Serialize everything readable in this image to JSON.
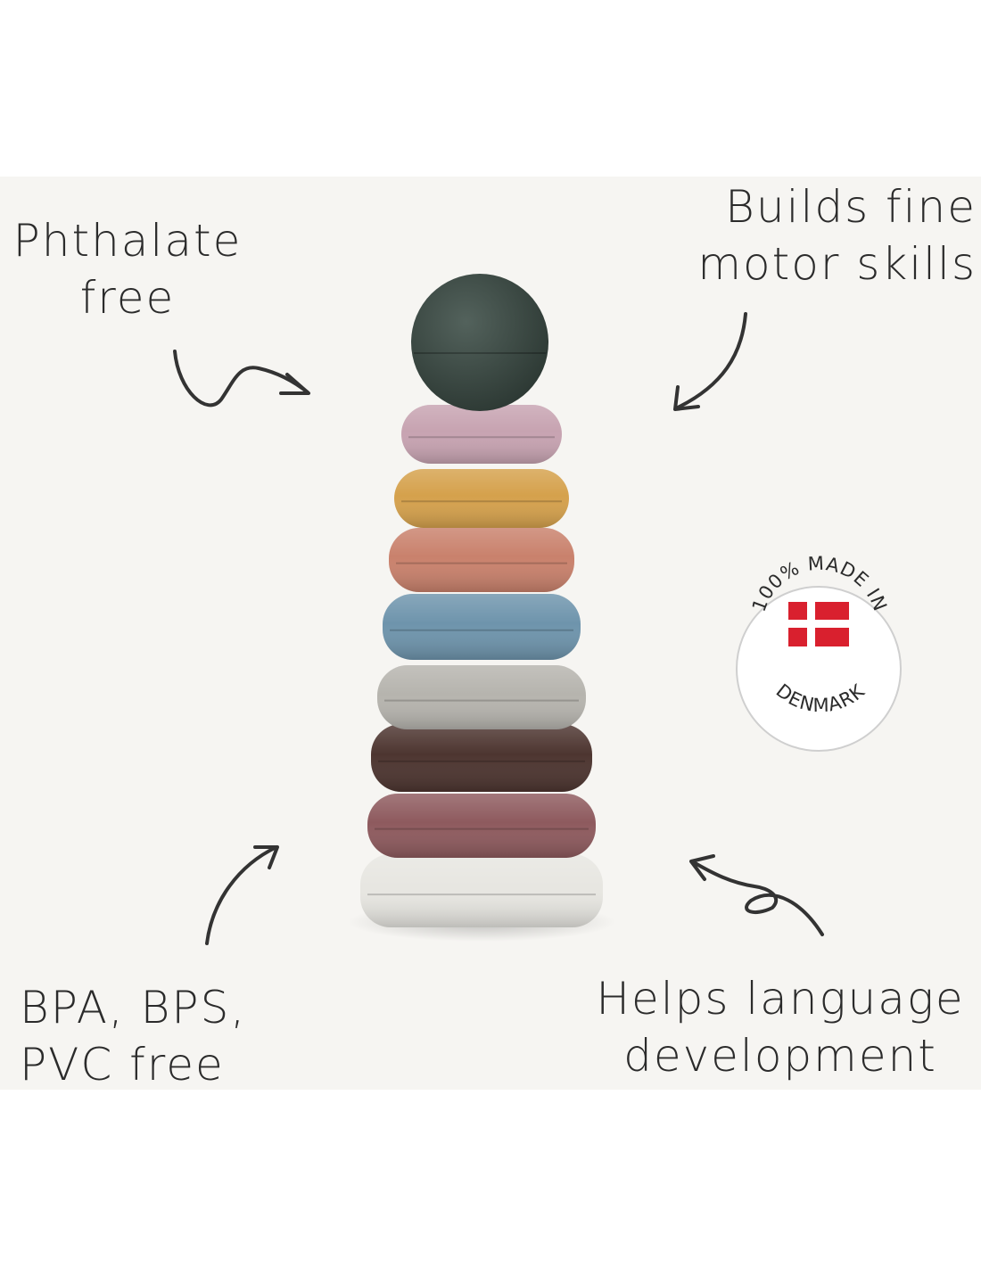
{
  "captions": {
    "phthalate": [
      "Phthalate",
      "free"
    ],
    "motor": [
      "Builds fine",
      "motor skills"
    ],
    "bpa": [
      "BPA, BPS,",
      "PVC free"
    ],
    "language": [
      "Helps language",
      "development"
    ]
  },
  "badge": {
    "top_text": "100% MADE IN",
    "bottom_text": "DENMARK",
    "flag_red": "#d9202e",
    "flag_cross": "#ffffff"
  },
  "stack": {
    "top_ball_color": "#3b4a44",
    "ring_colors": [
      "#c7a3b1",
      "#d5a14c",
      "#c9816c",
      "#6e94ac",
      "#b6b4ae",
      "#4d3530",
      "#8e5a5e",
      "#e7e6e1"
    ]
  },
  "colors": {
    "panel": "#f6f5f2",
    "ink": "#2b2b2b"
  }
}
